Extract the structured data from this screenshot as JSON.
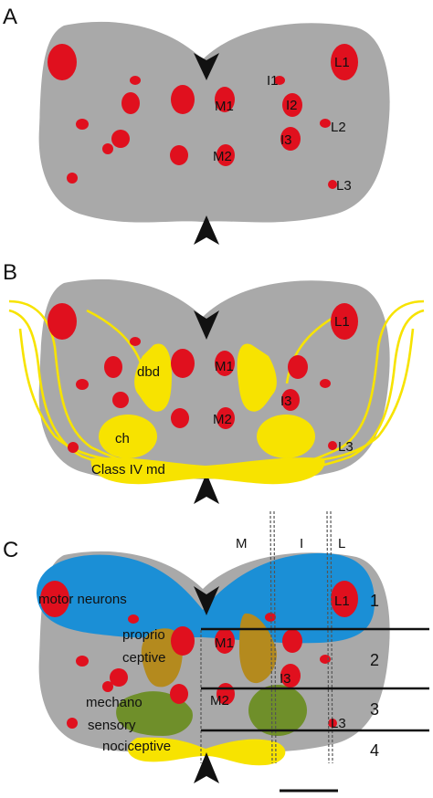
{
  "panels": {
    "a": {
      "letter": "A",
      "labels": {
        "l1": "L1",
        "i1": "I1",
        "m1": "M1",
        "i2": "I2",
        "l2": "L2",
        "m2": "M2",
        "i3": "I3",
        "l3": "L3"
      }
    },
    "b": {
      "letter": "B",
      "labels": {
        "l1": "L1",
        "m1": "M1",
        "dbd": "dbd",
        "m2": "M2",
        "i3": "I3",
        "ch": "ch",
        "l3": "L3",
        "class_iv": "Class IV md"
      }
    },
    "c": {
      "letter": "C",
      "columns": {
        "m": "M",
        "i": "I",
        "l": "L"
      },
      "labels": {
        "motor_neurons": "motor neurons",
        "l1": "L1",
        "m1": "M1",
        "i3": "I3",
        "m2": "M2",
        "l3": "L3",
        "proprio_1": "proprio",
        "proprio_2": "ceptive",
        "mechano_1": "mechano",
        "mechano_2": "sensory",
        "nociceptive": "nociceptive"
      },
      "layers": [
        "1",
        "2",
        "3",
        "4"
      ]
    }
  },
  "colors": {
    "tissue": "#a9a9a9",
    "neuropil_blob": "#e0101e",
    "sensory_yellow": "#f7e300",
    "motor_blue": "#1b8fd6",
    "proprioceptive": "#b48a1e",
    "mechanosensory": "#6f8f2a"
  }
}
